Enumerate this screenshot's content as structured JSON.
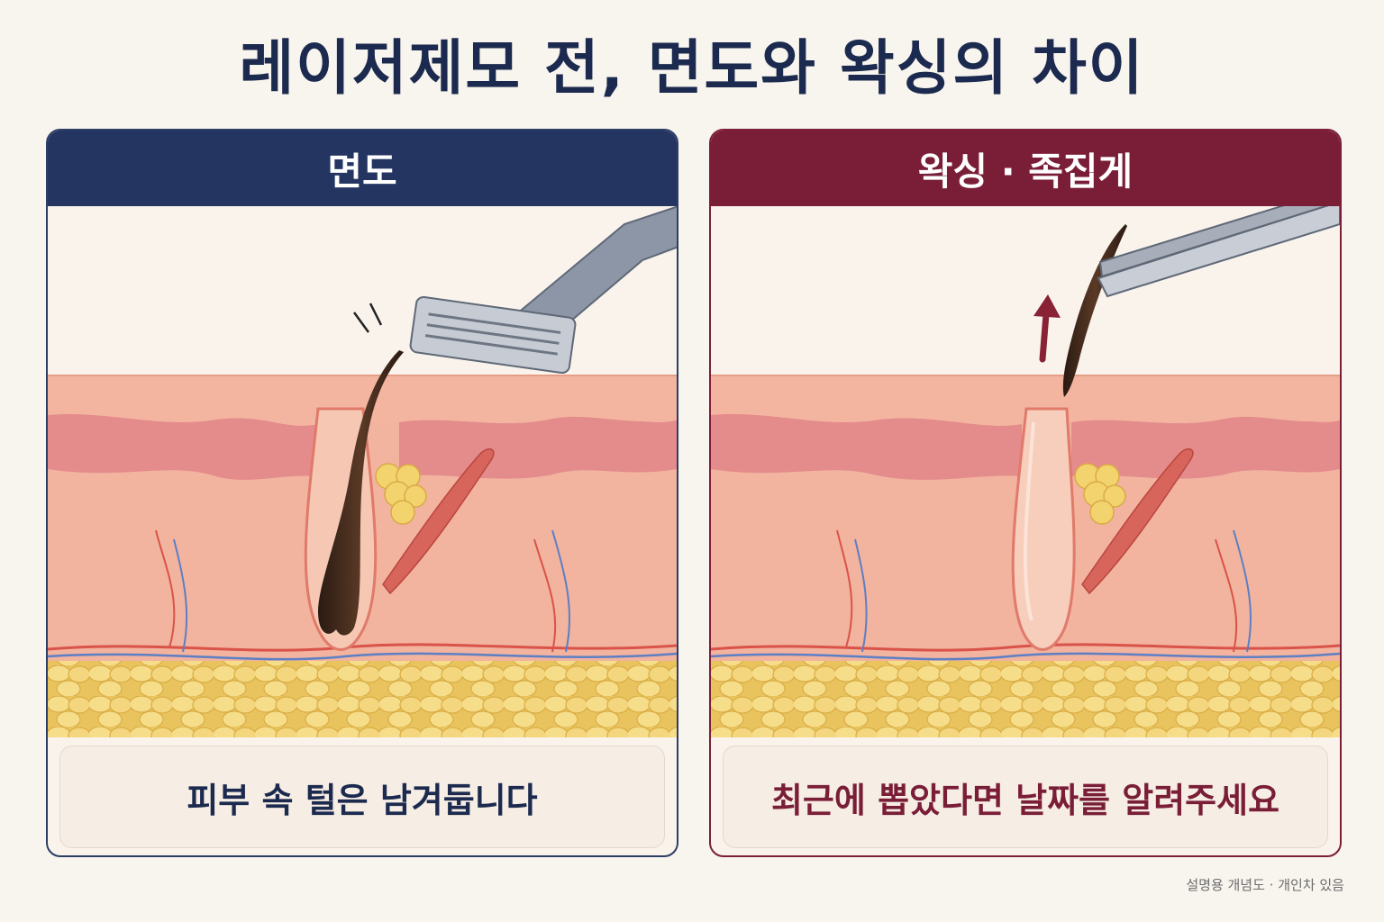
{
  "title": "레이저제모 전, 면도와 왁싱의 차이",
  "panels": {
    "shaving": {
      "header": "면도",
      "caption": "피부 속 털은 남겨둡니다",
      "header_color": "#233560",
      "icon": "razor-icon"
    },
    "waxing": {
      "header": "왁싱 · 족집게",
      "caption": "최근에 뽑았다면 날짜를 알려주세요",
      "header_color": "#7a1e38",
      "icon": "tweezers-icon"
    }
  },
  "footnote": "설명용 개념도 · 개인차 있음"
}
